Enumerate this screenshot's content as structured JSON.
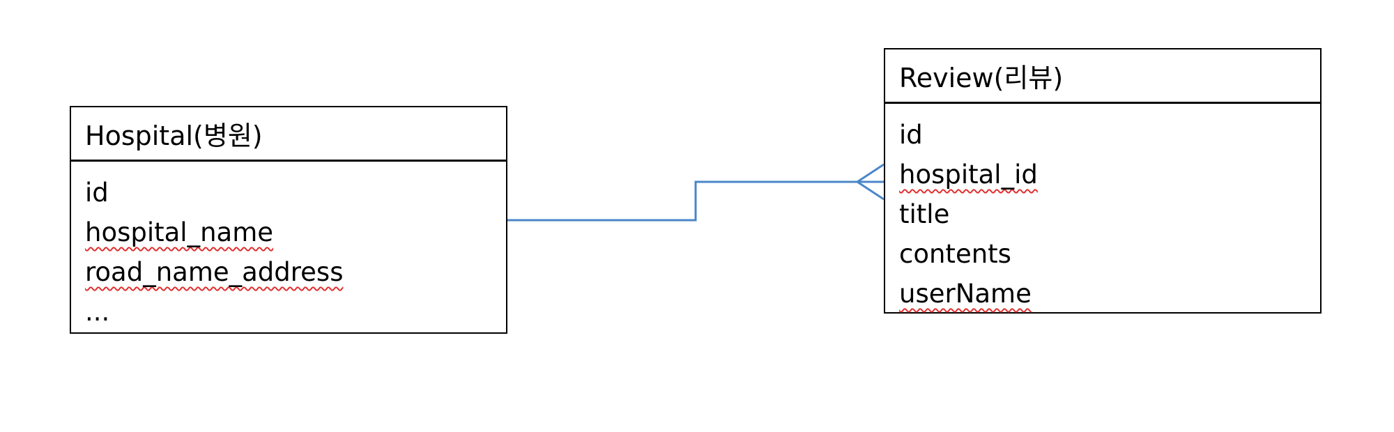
{
  "hospital": {
    "title": "Hospital(병원)",
    "fields": [
      "id",
      "hospital_name",
      "road_name_address",
      "..."
    ]
  },
  "review": {
    "title": "Review(리뷰)",
    "fields": [
      "id",
      "hospital_id",
      "title",
      "contents",
      "userName"
    ]
  },
  "relationship": {
    "from": "Hospital",
    "to": "Review",
    "cardinality": "one-to-many",
    "line_color": "#4a86c8"
  },
  "colors": {
    "spellcheck_underline": "#e03030",
    "border": "#000000"
  }
}
